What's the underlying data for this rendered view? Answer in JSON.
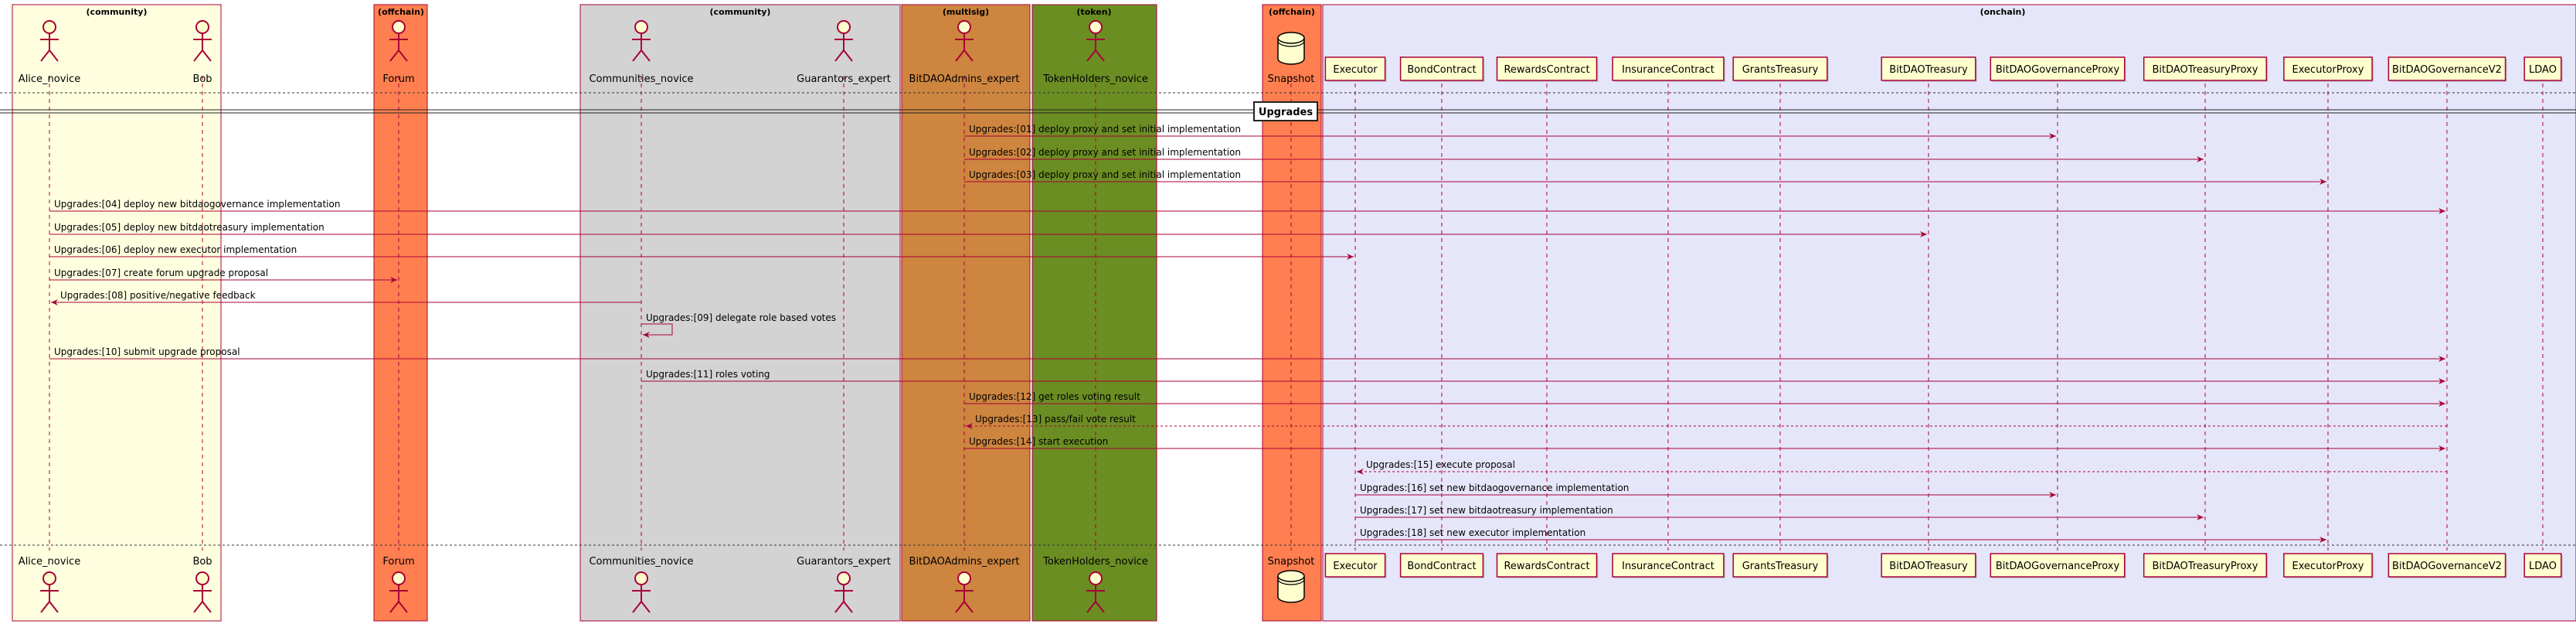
{
  "box_titles": [
    "(community)",
    "(offchain)",
    "(community)",
    "(multisig)",
    "(token)",
    "(offchain)",
    "(onchain)"
  ],
  "box_colors": [
    "#FFFFE0",
    "#FF7F50",
    "#D3D3D3",
    "#CD853F",
    "#6B8E23",
    "#FF7F50",
    "#E6E6FA"
  ],
  "participants": [
    {
      "name": "Alice_novice",
      "kind": "actor"
    },
    {
      "name": "Bob",
      "kind": "actor"
    },
    {
      "name": "Forum",
      "kind": "actor"
    },
    {
      "name": "Communities_novice",
      "kind": "actor"
    },
    {
      "name": "Guarantors_expert",
      "kind": "actor"
    },
    {
      "name": "BitDAOAdmins_expert",
      "kind": "actor"
    },
    {
      "name": "TokenHolders_novice",
      "kind": "actor"
    },
    {
      "name": "Snapshot",
      "kind": "database"
    },
    {
      "name": "Executor",
      "kind": "participant"
    },
    {
      "name": "BondContract",
      "kind": "participant"
    },
    {
      "name": "RewardsContract",
      "kind": "participant"
    },
    {
      "name": "InsuranceContract",
      "kind": "participant"
    },
    {
      "name": "GrantsTreasury",
      "kind": "participant"
    },
    {
      "name": "BitDAOTreasury",
      "kind": "participant"
    },
    {
      "name": "BitDAOGovernanceProxy",
      "kind": "participant"
    },
    {
      "name": "BitDAOTreasuryProxy",
      "kind": "participant"
    },
    {
      "name": "ExecutorProxy",
      "kind": "participant"
    },
    {
      "name": "BitDAOGovernanceV2",
      "kind": "participant"
    },
    {
      "name": "LDAO",
      "kind": "participant"
    }
  ],
  "section_label": "Upgrades",
  "messages": [
    {
      "from": "BitDAOAdmins_expert",
      "to": "BitDAOGovernanceProxy",
      "label": "Upgrades:[01] deploy proxy and set initial implementation",
      "dashed": false
    },
    {
      "from": "BitDAOAdmins_expert",
      "to": "BitDAOTreasuryProxy",
      "label": "Upgrades:[02] deploy proxy and set initial implementation",
      "dashed": false
    },
    {
      "from": "BitDAOAdmins_expert",
      "to": "ExecutorProxy",
      "label": "Upgrades:[03] deploy proxy and set initial implementation",
      "dashed": false
    },
    {
      "from": "Alice_novice",
      "to": "BitDAOGovernanceV2",
      "label": "Upgrades:[04] deploy new bitdaogovernance implementation",
      "dashed": false
    },
    {
      "from": "Alice_novice",
      "to": "BitDAOTreasury",
      "label": "Upgrades:[05] deploy new bitdaotreasury implementation",
      "dashed": false
    },
    {
      "from": "Alice_novice",
      "to": "Executor",
      "label": "Upgrades:[06] deploy new executor implementation",
      "dashed": false
    },
    {
      "from": "Alice_novice",
      "to": "Forum",
      "label": "Upgrades:[07] create forum upgrade proposal",
      "dashed": false
    },
    {
      "from": "Communities_novice",
      "to": "Alice_novice",
      "label": "Upgrades:[08] positive/negative feedback",
      "dashed": false
    },
    {
      "from": "Communities_novice",
      "to": "Communities_novice",
      "label": "Upgrades:[09] delegate role based votes",
      "dashed": false
    },
    {
      "from": "Alice_novice",
      "to": "BitDAOGovernanceV2",
      "label": "Upgrades:[10] submit upgrade proposal",
      "dashed": false
    },
    {
      "from": "Communities_novice",
      "to": "BitDAOGovernanceV2",
      "label": "Upgrades:[11] roles voting",
      "dashed": false
    },
    {
      "from": "BitDAOAdmins_expert",
      "to": "BitDAOGovernanceV2",
      "label": "Upgrades:[12] get roles voting result",
      "dashed": false
    },
    {
      "from": "BitDAOGovernanceV2",
      "to": "BitDAOAdmins_expert",
      "label": "Upgrades:[13] pass/fail vote result",
      "dashed": true
    },
    {
      "from": "BitDAOAdmins_expert",
      "to": "BitDAOGovernanceV2",
      "label": "Upgrades:[14] start execution",
      "dashed": false
    },
    {
      "from": "BitDAOGovernanceV2",
      "to": "Executor",
      "label": "Upgrades:[15] execute proposal",
      "dashed": true
    },
    {
      "from": "Executor",
      "to": "BitDAOGovernanceProxy",
      "label": "Upgrades:[16] set new bitdaogovernance implementation",
      "dashed": false
    },
    {
      "from": "Executor",
      "to": "BitDAOTreasuryProxy",
      "label": "Upgrades:[17] set new bitdaotreasury implementation",
      "dashed": false
    },
    {
      "from": "Executor",
      "to": "ExecutorProxy",
      "label": "Upgrades:[18] set new executor implementation",
      "dashed": false
    }
  ]
}
